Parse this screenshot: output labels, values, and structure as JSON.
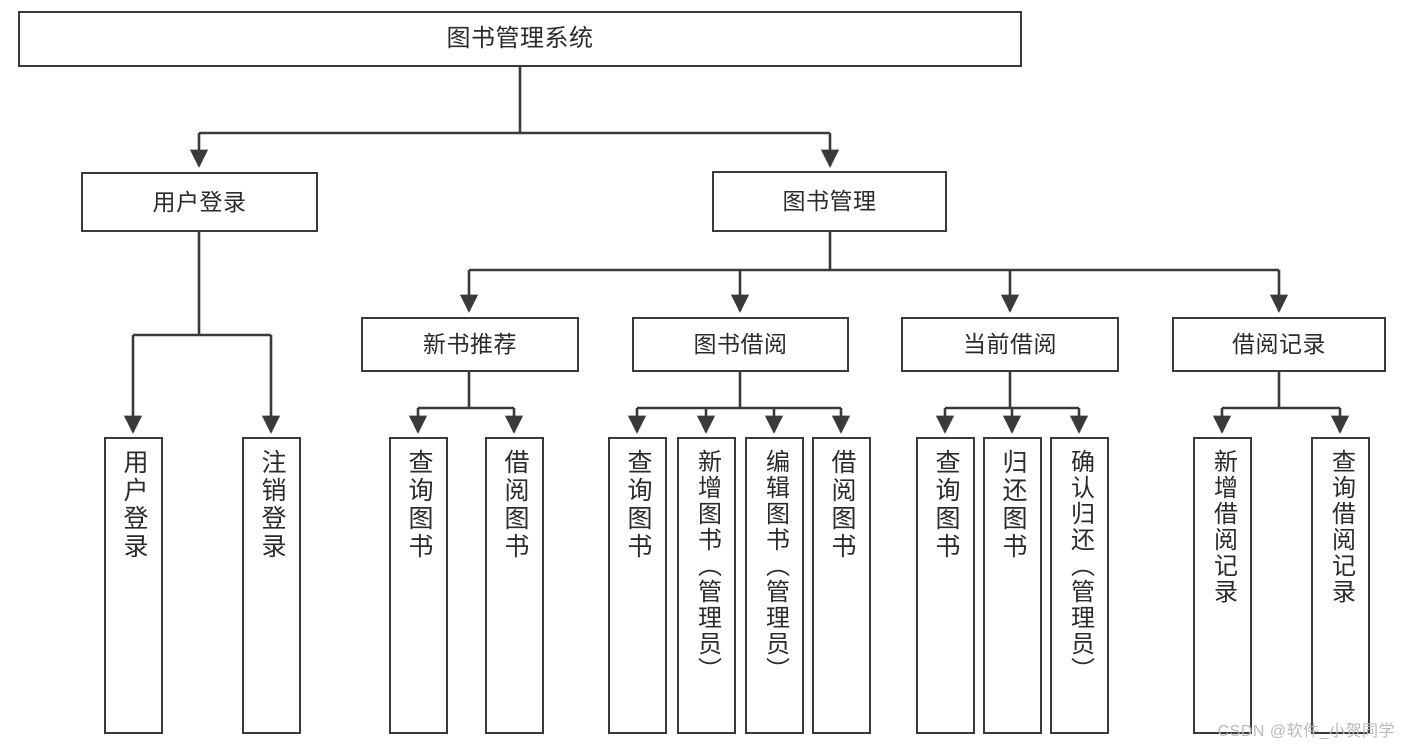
{
  "diagram": {
    "title": "图书管理系统",
    "type": "tree",
    "colors": {
      "box_border": "#3a3a3a",
      "box_fill": "#ffffff",
      "text": "#2b2b2b",
      "connector": "#3a3a3a",
      "watermark": "#b9b9b9",
      "background": "#ffffff"
    },
    "root": {
      "label": "图书管理系统"
    },
    "level2": [
      {
        "label": "用户登录"
      },
      {
        "label": "图书管理"
      }
    ],
    "level3": [
      {
        "label": "新书推荐"
      },
      {
        "label": "图书借阅"
      },
      {
        "label": "当前借阅"
      },
      {
        "label": "借阅记录"
      }
    ],
    "leaves": {
      "user_login": [
        {
          "label": "用户登录"
        },
        {
          "label": "注销登录"
        }
      ],
      "new_book_recommend": [
        {
          "label": "查询图书"
        },
        {
          "label": "借阅图书"
        }
      ],
      "book_borrow": [
        {
          "label": "查询图书"
        },
        {
          "label": "新增图书（管理员）"
        },
        {
          "label": "编辑图书（管理员）"
        },
        {
          "label": "借阅图书"
        }
      ],
      "current_borrow": [
        {
          "label": "查询图书"
        },
        {
          "label": "归还图书"
        },
        {
          "label": "确认归还（管理员）"
        }
      ],
      "borrow_record": [
        {
          "label": "新增借阅记录"
        },
        {
          "label": "查询借阅记录"
        }
      ]
    }
  },
  "watermark": {
    "text": "CSDN @软件_小贺同学"
  }
}
